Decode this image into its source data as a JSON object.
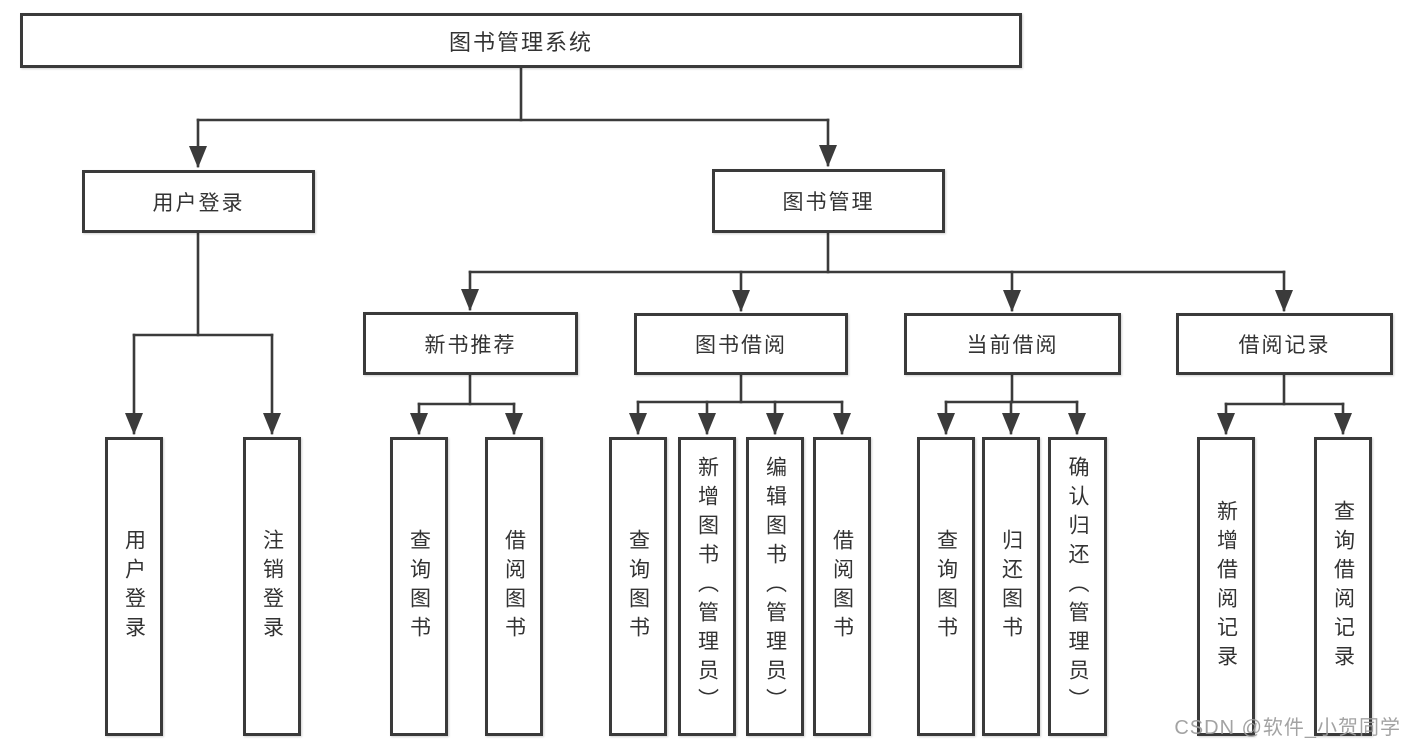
{
  "diagram": {
    "title": "图书管理系统",
    "watermark": "CSDN @软件_小贺同学",
    "colors": {
      "line": "#3b3b3b",
      "border": "#3a3a3a",
      "text": "#333333",
      "background": "#ffffff",
      "watermark": "#9c9c9c"
    },
    "nodes": {
      "root": {
        "label": "图书管理系统"
      },
      "user_login": {
        "label": "用户登录"
      },
      "book_mgmt": {
        "label": "图书管理"
      },
      "new_book_rec": {
        "label": "新书推荐"
      },
      "book_borrow": {
        "label": "图书借阅"
      },
      "current_borrow": {
        "label": "当前借阅"
      },
      "borrow_records": {
        "label": "借阅记录"
      },
      "leaf_user_login": {
        "label": "用户登录"
      },
      "leaf_logout": {
        "label": "注销登录"
      },
      "leaf_query_book_1": {
        "label": "查询图书"
      },
      "leaf_borrow_book_1": {
        "label": "借阅图书"
      },
      "leaf_query_book_2": {
        "label": "查询图书"
      },
      "leaf_add_book": {
        "label": "新增图书（管理员）"
      },
      "leaf_edit_book": {
        "label": "编辑图书（管理员）"
      },
      "leaf_borrow_book_2": {
        "label": "借阅图书"
      },
      "leaf_query_book_3": {
        "label": "查询图书"
      },
      "leaf_return_book": {
        "label": "归还图书"
      },
      "leaf_confirm_return": {
        "label": "确认归还（管理员）"
      },
      "leaf_add_record": {
        "label": "新增借阅记录"
      },
      "leaf_query_record": {
        "label": "查询借阅记录"
      }
    },
    "edges": [
      {
        "from": "root",
        "to": "user_login"
      },
      {
        "from": "root",
        "to": "book_mgmt"
      },
      {
        "from": "user_login",
        "to": "leaf_user_login"
      },
      {
        "from": "user_login",
        "to": "leaf_logout"
      },
      {
        "from": "book_mgmt",
        "to": "new_book_rec"
      },
      {
        "from": "book_mgmt",
        "to": "book_borrow"
      },
      {
        "from": "book_mgmt",
        "to": "current_borrow"
      },
      {
        "from": "book_mgmt",
        "to": "borrow_records"
      },
      {
        "from": "new_book_rec",
        "to": "leaf_query_book_1"
      },
      {
        "from": "new_book_rec",
        "to": "leaf_borrow_book_1"
      },
      {
        "from": "book_borrow",
        "to": "leaf_query_book_2"
      },
      {
        "from": "book_borrow",
        "to": "leaf_add_book"
      },
      {
        "from": "book_borrow",
        "to": "leaf_edit_book"
      },
      {
        "from": "book_borrow",
        "to": "leaf_borrow_book_2"
      },
      {
        "from": "current_borrow",
        "to": "leaf_query_book_3"
      },
      {
        "from": "current_borrow",
        "to": "leaf_return_book"
      },
      {
        "from": "current_borrow",
        "to": "leaf_confirm_return"
      },
      {
        "from": "borrow_records",
        "to": "leaf_add_record"
      },
      {
        "from": "borrow_records",
        "to": "leaf_query_record"
      }
    ]
  }
}
